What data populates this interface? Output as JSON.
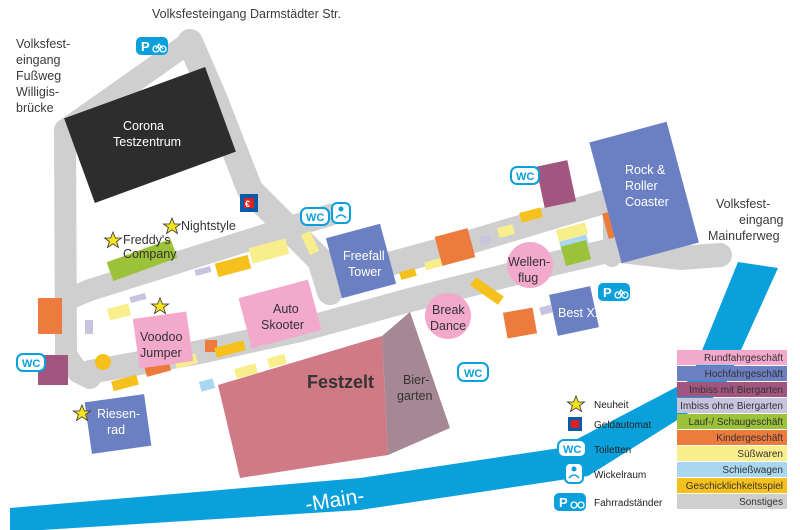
{
  "entrances": {
    "north": "Volksfesteingang Darmstädter Str.",
    "west": [
      "Volksfest-",
      "eingang",
      "Fußweg",
      "Willigis-",
      "brücke"
    ],
    "east": [
      "Volksfest-",
      "eingang",
      "Mainuferweg"
    ]
  },
  "attractions": {
    "corona": [
      "Corona",
      "Testzentrum"
    ],
    "rock": [
      "Rock &",
      "Roller",
      "Coaster"
    ],
    "freefall": [
      "Freefall",
      "Tower"
    ],
    "wellenflug": [
      "Wellen-",
      "flug"
    ],
    "breakdance": [
      "Break",
      "Dance"
    ],
    "bestxxl": "Best XXL",
    "autoskooter": [
      "Auto",
      "Skooter"
    ],
    "voodoo": [
      "Voodoo",
      "Jumper"
    ],
    "freddys": [
      "Freddy's",
      "Company"
    ],
    "nightstyle": "Nightstyle",
    "festzelt": "Festzelt",
    "biergarten": [
      "Bier-",
      "garten"
    ],
    "riesenrad": [
      "Riesen-",
      "rad"
    ]
  },
  "river": "-Main-",
  "icons": {
    "wc": "WC",
    "parking": "P",
    "geld": "€"
  },
  "symbol_legend": [
    {
      "icon": "star-icon",
      "label": "Neuheit"
    },
    {
      "icon": "geldautomat-icon",
      "label": "Geldautomat"
    },
    {
      "icon": "wc-icon",
      "label": "Toiletten"
    },
    {
      "icon": "baby-icon",
      "label": "Wickelraum"
    },
    {
      "icon": "bike-parking-icon",
      "label": "Fahrradständer"
    }
  ],
  "category_legend": [
    {
      "label": "Rundfahrgeschäft",
      "color": "#f3a9cc",
      "text": "#333333"
    },
    {
      "label": "Hochfahrgeschäft",
      "color": "#6b7fc3",
      "text": "#ffffff"
    },
    {
      "label": "Imbiss mit Biergarten",
      "color": "#a2567f",
      "text": "#ffffff"
    },
    {
      "label": "Imbiss ohne Biergarten",
      "color": "#c8c4e0",
      "text": "#333333"
    },
    {
      "label": "Lauf-/ Schaugeschäft",
      "color": "#9cc23a",
      "text": "#333333"
    },
    {
      "label": "Kindergeschäft",
      "color": "#ec7b3d",
      "text": "#333333"
    },
    {
      "label": "Süßwaren",
      "color": "#f8ef8c",
      "text": "#333333"
    },
    {
      "label": "Schießwagen",
      "color": "#a9d6f0",
      "text": "#333333"
    },
    {
      "label": "Geschicklichkeitsspiel",
      "color": "#f6c11c",
      "text": "#333333"
    },
    {
      "label": "Sonstiges",
      "color": "#cfcfcf",
      "text": "#333333"
    }
  ]
}
